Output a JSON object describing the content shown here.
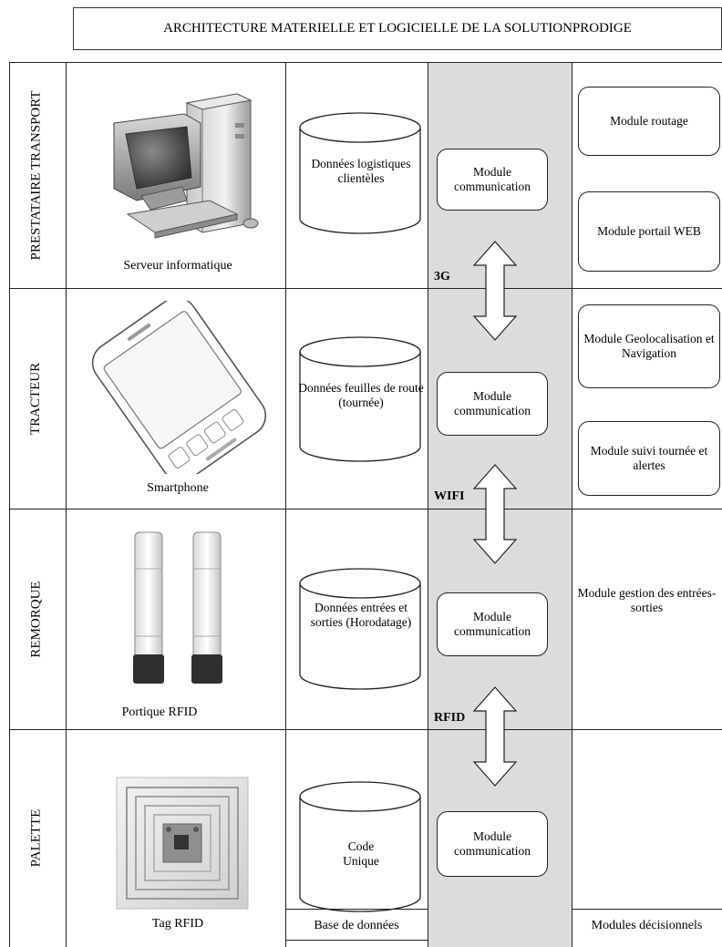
{
  "title": "ARCHITECTURE MATERIELLE ET LOGICIELLE DE LA SOLUTIONPRODIGE",
  "rows": [
    {
      "side_label": "PRESTATAIRE TRANSPORT",
      "device_label": "Serveur informatique",
      "device_icon": "computer-icon",
      "database_text": "Données logistiques clientèles",
      "comm_module": "Module communication",
      "decision_modules": [
        "Module routage",
        "Module portail WEB"
      ]
    },
    {
      "side_label": "TRACTEUR",
      "device_label": "Smartphone",
      "device_icon": "smartphone-icon",
      "database_text": "Données feuilles de route (tournée)",
      "comm_module": "Module communication",
      "decision_modules": [
        "Module Geolocalisation et Navigation",
        "Module suivi tournée et alertes"
      ]
    },
    {
      "side_label": "REMORQUE",
      "device_label": "Portique RFID",
      "device_icon": "rfid-gate-icon",
      "database_text": "Données entrées et sorties (Horodatage)",
      "comm_module": "Module communication",
      "decision_modules": [
        "Module gestion des entrées-sorties"
      ]
    },
    {
      "side_label": "PALETTE",
      "device_label": "Tag RFID",
      "device_icon": "rfid-tag-icon",
      "database_text": "Code Unique",
      "comm_module": "Module communication",
      "decision_modules": []
    }
  ],
  "links": [
    "3G",
    "WIFI",
    "RFID"
  ],
  "footer": {
    "database_column": "Base de données",
    "decision_column": "Modules décisionnels"
  },
  "colors": {
    "middleware_band": "#dcdcdc",
    "line": "#222222"
  }
}
